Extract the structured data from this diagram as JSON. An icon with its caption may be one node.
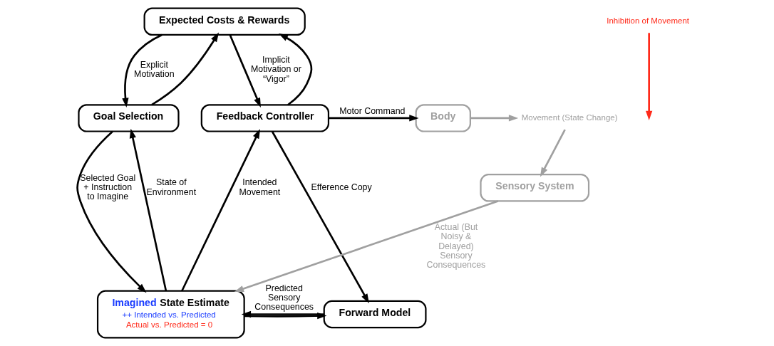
{
  "diagram": {
    "nodes": [
      {
        "text": [
          "Expected Costs & Rewards"
        ]
      },
      {
        "text": [
          "Goal Selection"
        ]
      },
      {
        "text": [
          "Feedback Controller"
        ]
      },
      {
        "text": [
          "Body"
        ]
      },
      {
        "text": [
          "**Imagined** State Estimate",
          "++ Intended vs. Predicted",
          "Actual vs. Predicted = 0"
        ]
      },
      {
        "text": [
          "Forward Model"
        ]
      },
      {
        "text": [
          "Sensory System"
        ]
      },
      {
        "text": [
          "Movement (State Change)"
        ]
      },
      {
        "text": [
          "Inhibition of Movement"
        ]
      }
    ],
    "edges": [
      {
        "from": 1,
        "to": 0,
        "arrow": "to"
      },
      {
        "from": 0,
        "to": 1,
        "arrow": "to",
        "label": "Explicit Motivation"
      },
      {
        "from": 0,
        "to": 2,
        "arrow": "to",
        "label": "Implicit Motivation or “Vigor”"
      },
      {
        "from": 2,
        "to": 3,
        "arrow": "to",
        "label": "Motor Command"
      },
      {
        "from": 2,
        "to": 0,
        "arrow": "to"
      },
      {
        "from": 2,
        "to": 5,
        "arrow": "to",
        "label": "Efference Copy"
      },
      {
        "from": 3,
        "to": 7,
        "arrow": "to",
        "color": "#a0a0a0"
      },
      {
        "from": 7,
        "to": 6,
        "arrow": "to",
        "color": "#a0a0a0"
      },
      {
        "from": 6,
        "to": 4,
        "arrow": "to",
        "color": "#a0a0a0",
        "label": "Actual (But Noisy & Delayed) Sensory Consequences"
      },
      {
        "from": 5,
        "to": 4,
        "arrow": "to",
        "label": "Predicted Sensory Consequences"
      },
      {
        "from": 4,
        "to": 2,
        "arrow": "to",
        "label": "Intended Movement"
      },
      {
        "from": 4,
        "to": 5,
        "arrow": "to"
      },
      {
        "from": 4,
        "to": 1,
        "arrow": "to",
        "label": "State of Environment"
      },
      {
        "from": 1,
        "to": 4,
        "arrow": "to",
        "label": "Selected Goal + Instruction to Imagine"
      },
      {
        "from": 8,
        "to": null,
        "arrow": "to",
        "color": "#ff2a1a"
      }
    ]
  }
}
